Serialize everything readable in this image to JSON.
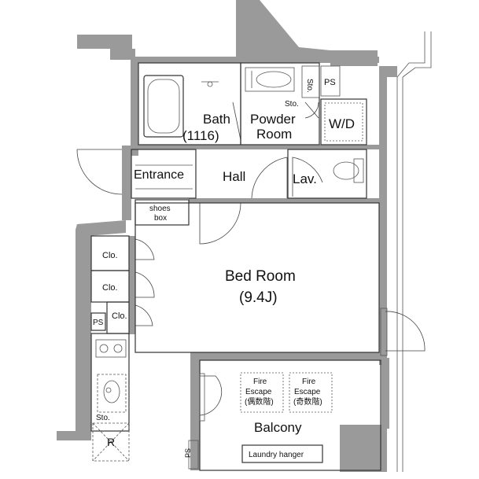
{
  "rooms": {
    "bath": "Bath",
    "bath_size": "(1116)",
    "powder_room_1": "Powder",
    "powder_room_2": "Room",
    "wd": "W/D",
    "entrance": "Entrance",
    "hall": "Hall",
    "lav": "Lav.",
    "shoes_box_1": "shoes",
    "shoes_box_2": "box",
    "bed_room": "Bed Room",
    "bed_room_size": "(9.4J)",
    "balcony": "Balcony",
    "laundry_hanger": "Laundry hanger"
  },
  "labels": {
    "sto_top_right": "Sto.",
    "ps_top": "PS",
    "sto_powder": "Sto.",
    "clo1": "Clo.",
    "clo2": "Clo.",
    "clo3": "Clo.",
    "ps_left": "PS",
    "sto_kitchen": "Sto.",
    "r": "R",
    "ps_bottom": "PS",
    "fire_escape_1a": "Fire",
    "fire_escape_1b": "Escape",
    "fire_escape_1c": "(偶数階)",
    "fire_escape_2a": "Fire",
    "fire_escape_2b": "Escape",
    "fire_escape_2c": "(奇数階)"
  },
  "colors": {
    "wall": "#9a9a9a",
    "line": "#333333"
  }
}
